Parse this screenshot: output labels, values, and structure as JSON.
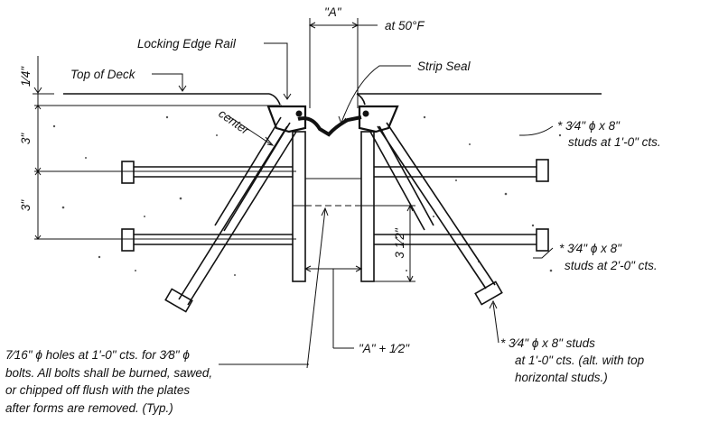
{
  "labels": {
    "dim_a": "\"A\"",
    "at_temp": "at 50°F",
    "locking_edge_rail": "Locking Edge Rail",
    "strip_seal": "Strip Seal",
    "top_of_deck": "Top of Deck",
    "center": "center",
    "dim_quarter": "1⁄4\"",
    "dim_3_upper": "3\"",
    "dim_3_lower": "3\"",
    "dim_3_half": "3 1⁄2\"",
    "dim_a_plus_half": "\"A\" + 1⁄2\"",
    "studs_upper_right": [
      "* 3⁄4\" ϕ x 8\"",
      "studs at 1'-0\" cts."
    ],
    "studs_mid_right": [
      "* 3⁄4\" ϕ x 8\"",
      "studs at 2'-0\" cts."
    ],
    "studs_lower_right": [
      "* 3⁄4\" ϕ x 8\" studs",
      "at 1'-0\" cts. (alt. with top",
      "horizontal studs.)"
    ],
    "holes_note": [
      "7⁄16\" ϕ holes at 1'-0\" cts. for 3⁄8\" ϕ",
      "bolts. All bolts shall be burned, sawed,",
      "or chipped off flush with the plates",
      "after forms are removed. (Typ.)"
    ]
  }
}
